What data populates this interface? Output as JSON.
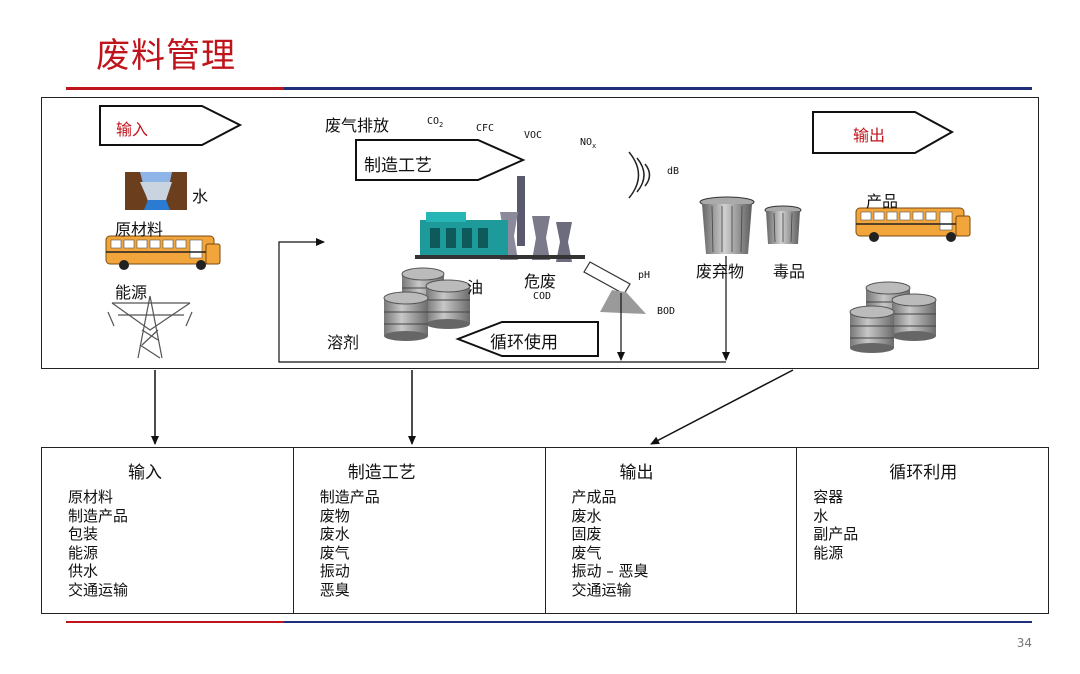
{
  "slide": {
    "title": "废料管理",
    "page_number": "34"
  },
  "diagram": {
    "input_arrow": "输入",
    "output_arrow": "输出",
    "process_arrow": "制造工艺",
    "recycle_arrow": "循环使用",
    "inputs": {
      "water": "水",
      "raw_material": "原材料",
      "energy": "能源"
    },
    "emissions": {
      "label": "废气排放",
      "co2": "CO",
      "co2_sub": "2",
      "cfc": "CFC",
      "voc": "VOC",
      "nox": "NO",
      "nox_sub": "x",
      "db": "dB"
    },
    "middle": {
      "oil": "油",
      "hazardous": "危废",
      "cod": "COD",
      "solvent": "溶剂",
      "ph": "pH",
      "bod": "BOD"
    },
    "outputs": {
      "waste": "废弃物",
      "toxic": "毒品",
      "product": "产品"
    }
  },
  "table": {
    "columns": [
      {
        "header": "输入",
        "items": [
          "原材料",
          "制造产品",
          "包装",
          "能源",
          "供水",
          "交通运输"
        ]
      },
      {
        "header": "制造工艺",
        "items": [
          "制造产品",
          "废物",
          "废水",
          "废气",
          "振动",
          "恶臭"
        ]
      },
      {
        "header": "输出",
        "items": [
          "产成品",
          "废水",
          "固废",
          "废气",
          "振动 – 恶臭",
          "交通运输"
        ]
      },
      {
        "header": "循环利用",
        "items": [
          "容器",
          "水",
          "副产品",
          "能源"
        ]
      }
    ]
  },
  "colors": {
    "title": "#c0141c",
    "rule_red": "#c0141c",
    "rule_blue": "#1f2f7a"
  }
}
